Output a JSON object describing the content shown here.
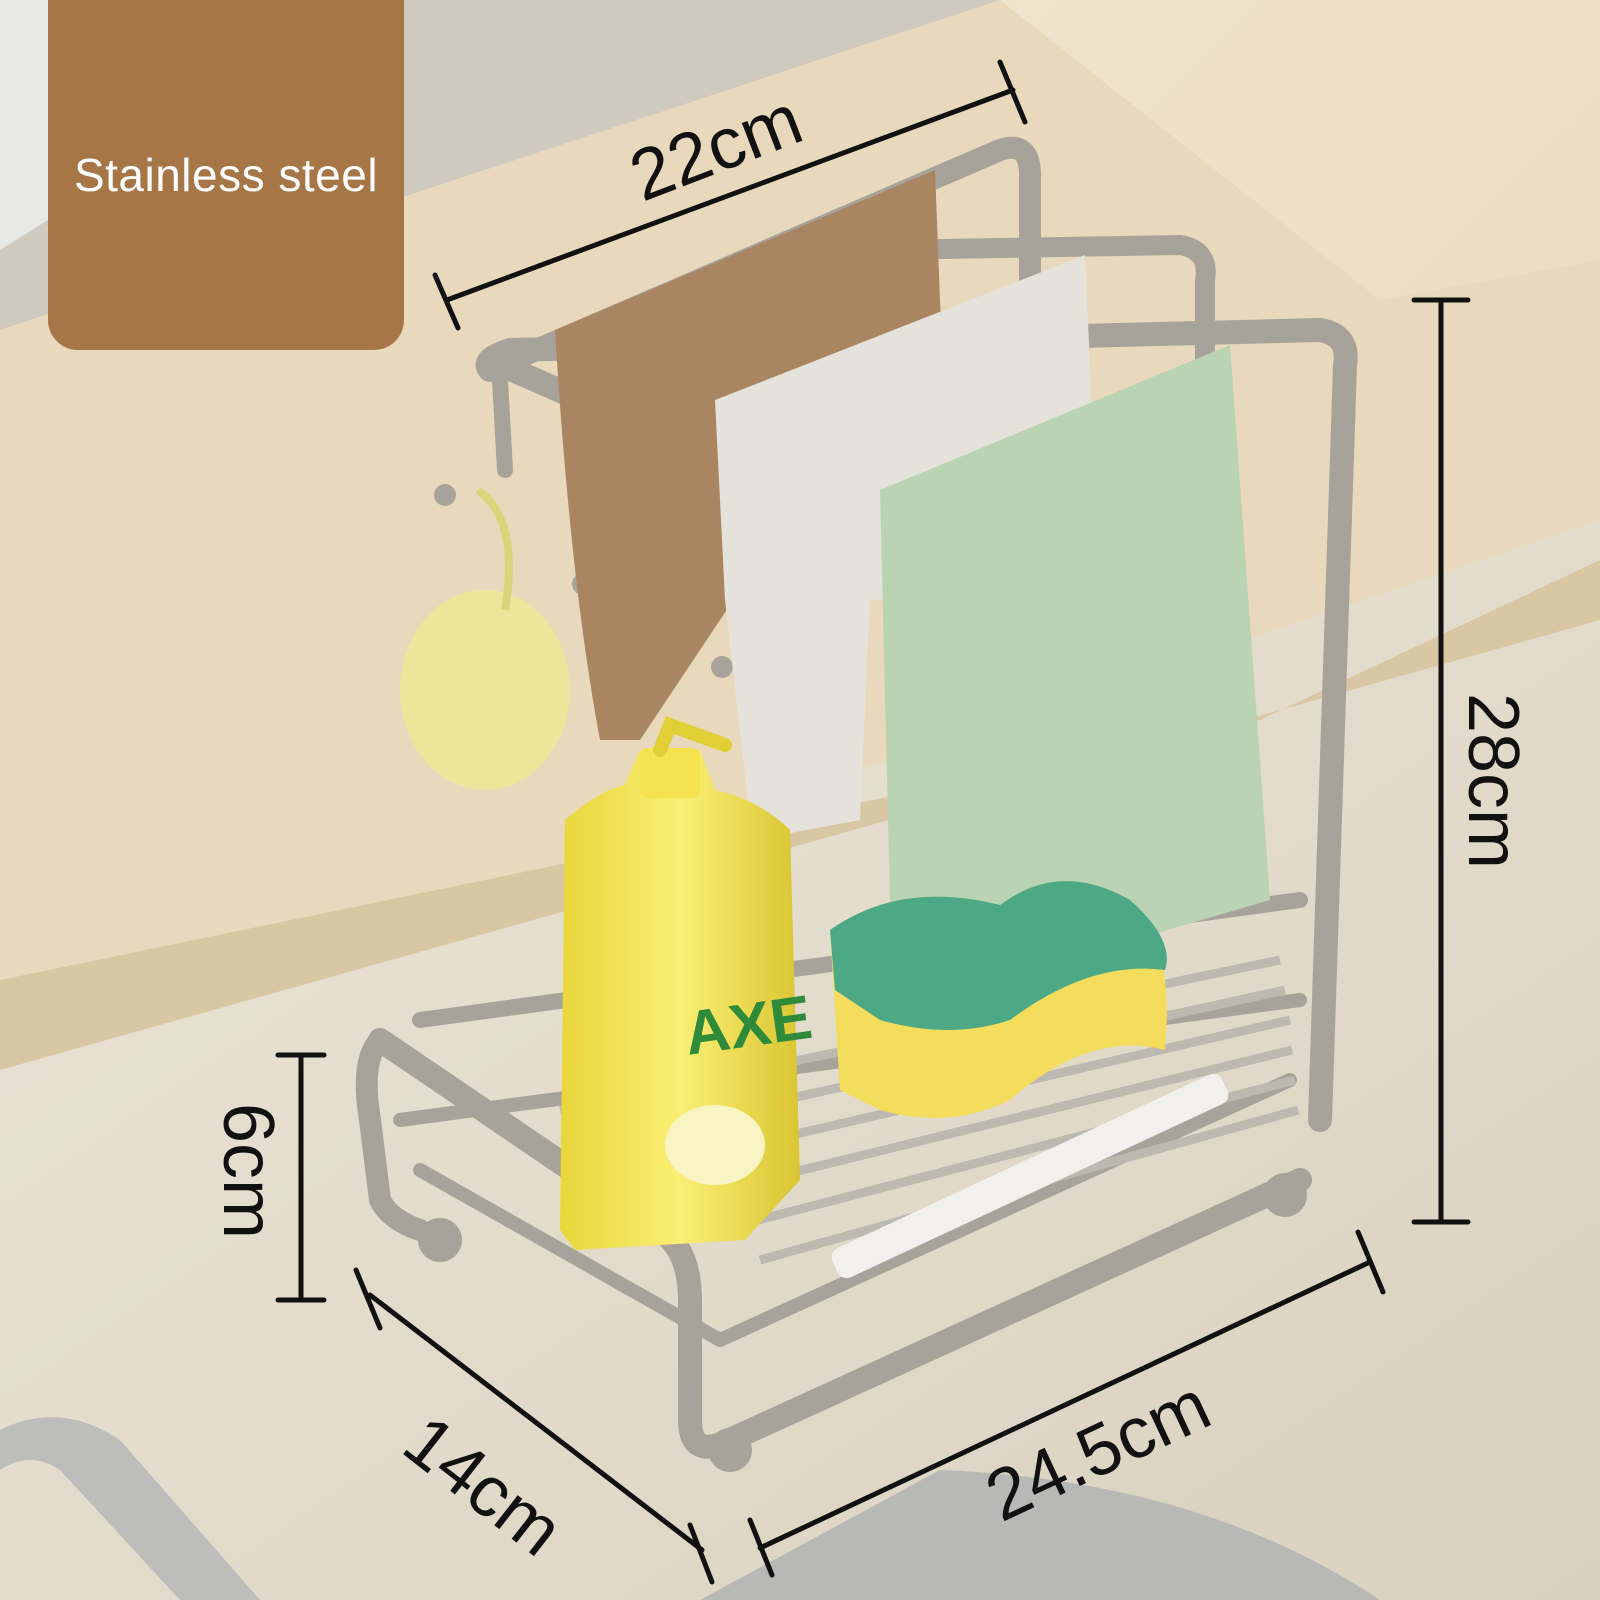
{
  "badge": {
    "text": "Stainless steel",
    "color": "#a67647"
  },
  "dimensions": {
    "width_top": "22cm",
    "height": "28cm",
    "base_height": "6cm",
    "depth": "14cm",
    "length": "24.5cm"
  },
  "bottle_label": "AXE",
  "colors": {
    "wall": "#efe3cc",
    "counter": "#e3dcca",
    "steel": "#a7a39b",
    "towel_brown": "#a98561",
    "towel_white": "#e4e2da",
    "towel_green": "#b9d3b3",
    "bottle": "#f2e24a",
    "sponge_green": "#4da886",
    "sponge_yellow": "#f4dc5c"
  }
}
